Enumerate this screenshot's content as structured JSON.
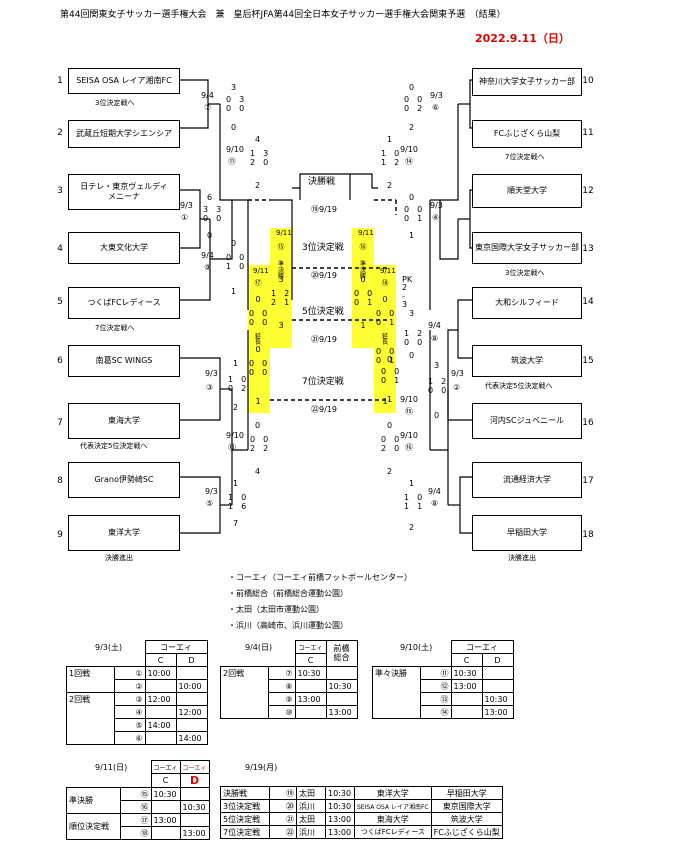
{
  "header": {
    "title": "第44回関東女子サッカー選手権大会　兼　皇后杯JFA第44回全日本女子サッカー選手権大会関東予選　（結果）",
    "date": "2022.9.11（日）",
    "date_color": "#e00000"
  },
  "left_teams": [
    {
      "no": "1",
      "name": "SEISA OSA レイア湘南FC",
      "note": "3位決定戦へ"
    },
    {
      "no": "2",
      "name": "武蔵丘短期大学シエンシア",
      "note": ""
    },
    {
      "no": "3",
      "name": "日テレ・東京ヴェルディ\nメニーナ",
      "note": ""
    },
    {
      "no": "4",
      "name": "大東文化大学",
      "note": ""
    },
    {
      "no": "5",
      "name": "つくばFCレディース",
      "note": "7位決定戦へ"
    },
    {
      "no": "6",
      "name": "南葛SC WINGS",
      "note": ""
    },
    {
      "no": "7",
      "name": "東海大学",
      "note": "代表決定5位決定戦へ"
    },
    {
      "no": "8",
      "name": "Grano伊勢崎SC",
      "note": ""
    },
    {
      "no": "9",
      "name": "東洋大学",
      "note": "決勝進出"
    }
  ],
  "right_teams": [
    {
      "no": "10",
      "name": "神奈川大学女子サッカー部",
      "note": ""
    },
    {
      "no": "11",
      "name": "FCふじざくら山梨",
      "note": "7位決定戦へ"
    },
    {
      "no": "12",
      "name": "順天堂大学",
      "note": ""
    },
    {
      "no": "13",
      "name": "東京国際大学女子サッカー部",
      "note": "3位決定戦へ"
    },
    {
      "no": "14",
      "name": "大和シルフィード",
      "note": ""
    },
    {
      "no": "15",
      "name": "筑波大学",
      "note": "代表決定5位決定戦へ"
    },
    {
      "no": "16",
      "name": "河内SCジュベニール",
      "note": ""
    },
    {
      "no": "17",
      "name": "流通経済大学",
      "note": ""
    },
    {
      "no": "18",
      "name": "早稲田大学",
      "note": "決勝進出"
    }
  ],
  "left_matches": [
    {
      "date": "9/4",
      "no": "⑦",
      "s1": "3",
      "mid": "0　3\n0　0",
      "s2": "0"
    },
    {
      "date": "9/3",
      "no": "①",
      "s1": "6",
      "mid": "3　3\n0　0",
      "s2": "0"
    },
    {
      "date": "9/4",
      "no": "⑨",
      "s1": "0",
      "mid": "0　0\n1　0",
      "s2": "1"
    },
    {
      "date": "9/10",
      "no": "⑪",
      "s1": "4",
      "mid": "1　3\n2　0",
      "s2": "2"
    },
    {
      "date": "9/3",
      "no": "③",
      "s1": "1",
      "mid": "1　0\n0　2",
      "s2": "2"
    },
    {
      "date": "9/10",
      "no": "⑬",
      "s1": "0",
      "mid": "0　0\n2　2",
      "s2": "4"
    },
    {
      "date": "9/3",
      "no": "⑤",
      "s1": "1",
      "mid": "1　0\n1　6",
      "s2": "7"
    }
  ],
  "right_matches": [
    {
      "date": "9/3",
      "no": "⑥",
      "s1": "0",
      "mid": "0　0\n0　2",
      "s2": "2"
    },
    {
      "date": "9/3",
      "no": "④",
      "s1": "0",
      "mid": "0　0\n0　1",
      "s2": "1"
    },
    {
      "date": "9/10",
      "no": "⑭",
      "s1": "1",
      "mid": "1　0\n1　2",
      "s2": "2"
    },
    {
      "date": "9/4",
      "no": "⑧",
      "s1": "3",
      "mid": "1　2\n0　0",
      "s2": "0"
    },
    {
      "date": "9/3",
      "no": "②",
      "s1": "3",
      "mid": "1　2\n0　0",
      "s2": "0"
    },
    {
      "date": "9/10",
      "no": "⑮",
      "s1": "0",
      "mid": "0　0\n0　1",
      "s2": "1"
    },
    {
      "date": "9/10",
      "no": "⑯",
      "s1": "0",
      "mid": "0　0\n2　0",
      "s2": "2"
    },
    {
      "date": "9/4",
      "no": "⑧",
      "s1": "1",
      "mid": "1　0\n1　1",
      "s2": "2"
    }
  ],
  "semis_left": [
    {
      "date": "9/11",
      "no": "⑮",
      "label": "準決勝",
      "s1": "3",
      "mid": "1　2\n2　1",
      "s2": "3"
    },
    {
      "date": "9/11",
      "no": "⑰",
      "label": "延長",
      "s1": "0",
      "mid": "0　0\n0　0",
      "s2": "1"
    }
  ],
  "semis_right": [
    {
      "date": "9/11",
      "no": "⑯",
      "label": "準決勝",
      "s1": "0",
      "mid": "0　0\n0　1",
      "s2": "1"
    },
    {
      "date": "9/11",
      "no": "⑱",
      "label": "延長",
      "s1": "0",
      "mid": "0　0\n0　1",
      "s2": "1",
      "pk": "PK\n2\n-\n3"
    }
  ],
  "centre": [
    {
      "name": "決勝戦",
      "sched": "⑲9/19"
    },
    {
      "name": "3位決定戦",
      "sched": "⑳9/19"
    },
    {
      "name": "5位決定戦",
      "sched": "㉑9/19"
    },
    {
      "name": "7位決定戦",
      "sched": "㉒9/19"
    }
  ],
  "venues": [
    "・コーエィ（コーエィ前橋フットボールセンター）",
    "・前橋総合（前橋総合運動公園）",
    "・太田（太田市運動公園）",
    "・浜川（高崎市、浜川運動公園）"
  ],
  "sched_9_3": {
    "date": "9/3(土)",
    "venue": "コーエィ",
    "cols": [
      "C",
      "D"
    ],
    "rows": [
      [
        "1回戦",
        "①",
        "10:00",
        ""
      ],
      [
        "",
        "②",
        "",
        "10:00"
      ],
      [
        "2回戦",
        "③",
        "12:00",
        ""
      ],
      [
        "",
        "④",
        "",
        "12:00"
      ],
      [
        "",
        "⑤",
        "14:00",
        ""
      ],
      [
        "",
        "⑥",
        "",
        "14:00"
      ]
    ]
  },
  "sched_9_4": {
    "date": "9/4(日)",
    "venue1": "コーエィ",
    "venue2": "前橋\n総合",
    "cols": [
      "C",
      ""
    ],
    "rows": [
      [
        "2回戦",
        "⑦",
        "10:30",
        ""
      ],
      [
        "",
        "⑧",
        "",
        "10:30"
      ],
      [
        "",
        "⑨",
        "13:00",
        ""
      ],
      [
        "",
        "⑩",
        "",
        "13:00"
      ]
    ]
  },
  "sched_9_10": {
    "date": "9/10(土)",
    "venue": "コーエィ",
    "cols": [
      "C",
      "D"
    ],
    "rows": [
      [
        "準々決勝",
        "⑪",
        "10:30",
        ""
      ],
      [
        "",
        "⑫",
        "13:00",
        ""
      ],
      [
        "",
        "⑬",
        "",
        "10:30"
      ],
      [
        "",
        "⑭",
        "",
        "13:00"
      ]
    ]
  },
  "sched_9_11": {
    "date": "9/11(日)",
    "venue1": "コーエィ",
    "venue2": "コーエィ",
    "cols": [
      "C",
      "D"
    ],
    "rows": [
      [
        "準決勝",
        "⑮",
        "10:30",
        ""
      ],
      [
        "",
        "⑯",
        "",
        "10:30"
      ],
      [
        "順位決定戦",
        "⑰",
        "13:00",
        ""
      ],
      [
        "",
        "⑱",
        "",
        "13:00"
      ]
    ]
  },
  "sched_9_19": {
    "date": "9/19(月)",
    "rows": [
      [
        "決勝戦",
        "⑲",
        "太田",
        "10:30",
        "東洋大学",
        "早稲田大学"
      ],
      [
        "3位決定戦",
        "⑳",
        "浜川",
        "10:30",
        "SEISA OSA レイア湘南FC",
        "東京国際大学"
      ],
      [
        "5位決定戦",
        "㉑",
        "太田",
        "13:00",
        "東海大学",
        "筑波大学"
      ],
      [
        "7位決定戦",
        "㉒",
        "浜川",
        "13:00",
        "つくばFCレディース",
        "FCふじざくら山梨"
      ]
    ]
  }
}
